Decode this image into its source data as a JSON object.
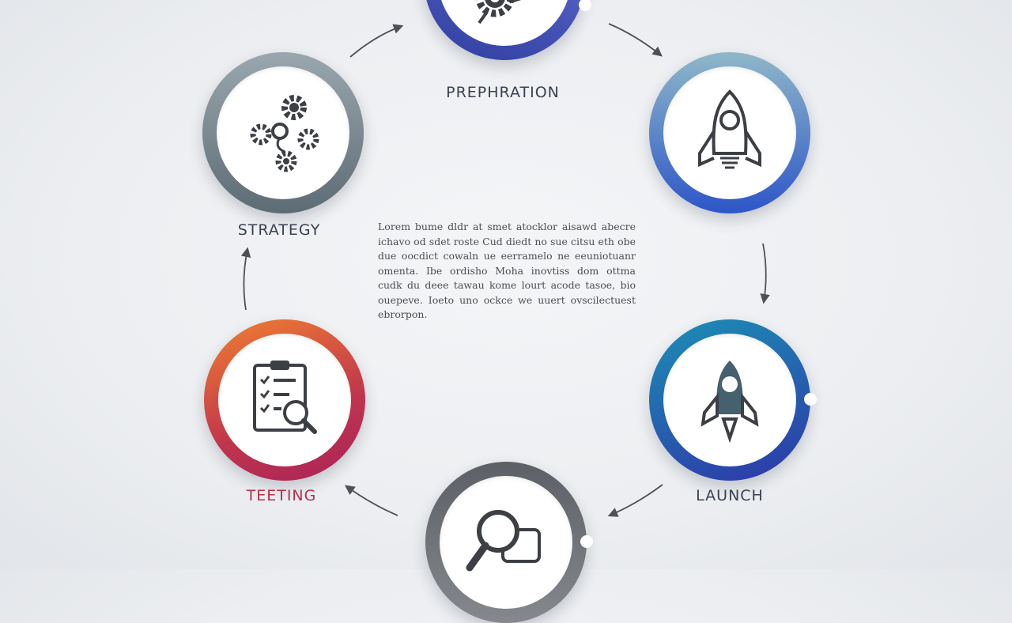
{
  "steps": [
    {
      "id": "preparation",
      "label": "PREPHRATION",
      "label_color": "#3a4150",
      "ring": [
        "#2f3ea0",
        "#6b75d8"
      ],
      "icon": "gear-key-icon"
    },
    {
      "id": "launch-top",
      "label": "",
      "ring": [
        "#8fb7c9",
        "#2d56c8"
      ],
      "icon": "rocket-outline-icon"
    },
    {
      "id": "launch",
      "label": "LAUNCH",
      "label_color": "#3a4150",
      "ring": [
        "#1c8fb5",
        "#2e36a8"
      ],
      "icon": "rocket-filled-icon"
    },
    {
      "id": "review",
      "label": "",
      "ring": [
        "#5c6066",
        "#85898e"
      ],
      "icon": "magnifier-chat-icon"
    },
    {
      "id": "testing",
      "label": "TEETING",
      "label_color": "#b3314b",
      "ring": [
        "#f08030",
        "#a9225a"
      ],
      "icon": "clipboard-magnifier-icon"
    },
    {
      "id": "strategy",
      "label": "STRATEGY",
      "label_color": "#3a4150",
      "ring": [
        "#5d6b74",
        "#9aa7ae"
      ],
      "icon": "gears-icon"
    }
  ],
  "description": "Lorem bume dldr at smet atocklor aisawd abecre ichavo od sdet roste Cud diedt no sue citsu eth obe due oocdict cowaln ue eerramelo ne eeuniotuanr omenta. Ibe ordisho Moha inovtiss dom ottma cudk du deee tawau kome lourt acode tasoe, bio ouepeve. Ioeto uno ockce we uuert ovscilectuest ebrorpon."
}
